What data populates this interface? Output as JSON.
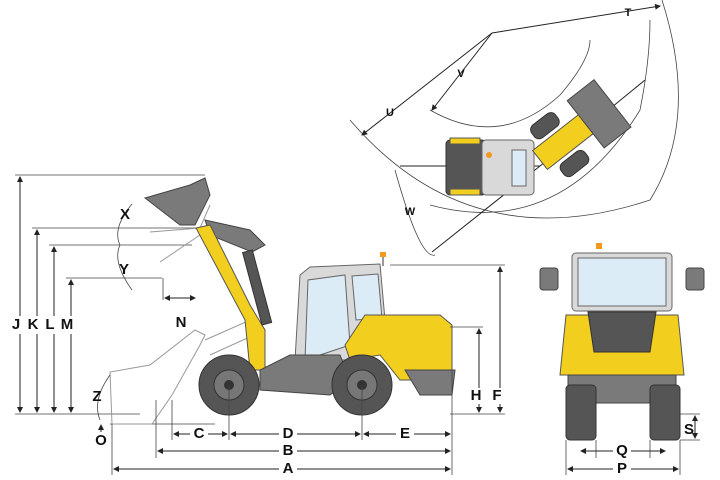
{
  "diagram": {
    "title": "Wheel loader dimension diagram",
    "side_view_labels": {
      "A": "A",
      "B": "B",
      "C": "C",
      "D": "D",
      "E": "E",
      "F": "F",
      "H": "H",
      "J": "J",
      "K": "K",
      "L": "L",
      "M": "M",
      "N": "N",
      "O": "O",
      "X": "X",
      "Y": "Y",
      "Z": "Z"
    },
    "front_view_labels": {
      "P": "P",
      "Q": "Q",
      "S": "S"
    },
    "top_view_labels": {
      "T": "T",
      "U": "U",
      "V": "V",
      "W": "W"
    },
    "colors": {
      "body": "#f2cf1e",
      "bucket": "#7a7a7a",
      "tire": "#555555",
      "glass": "#dcecf6",
      "beacon": "#f39a1e"
    }
  }
}
